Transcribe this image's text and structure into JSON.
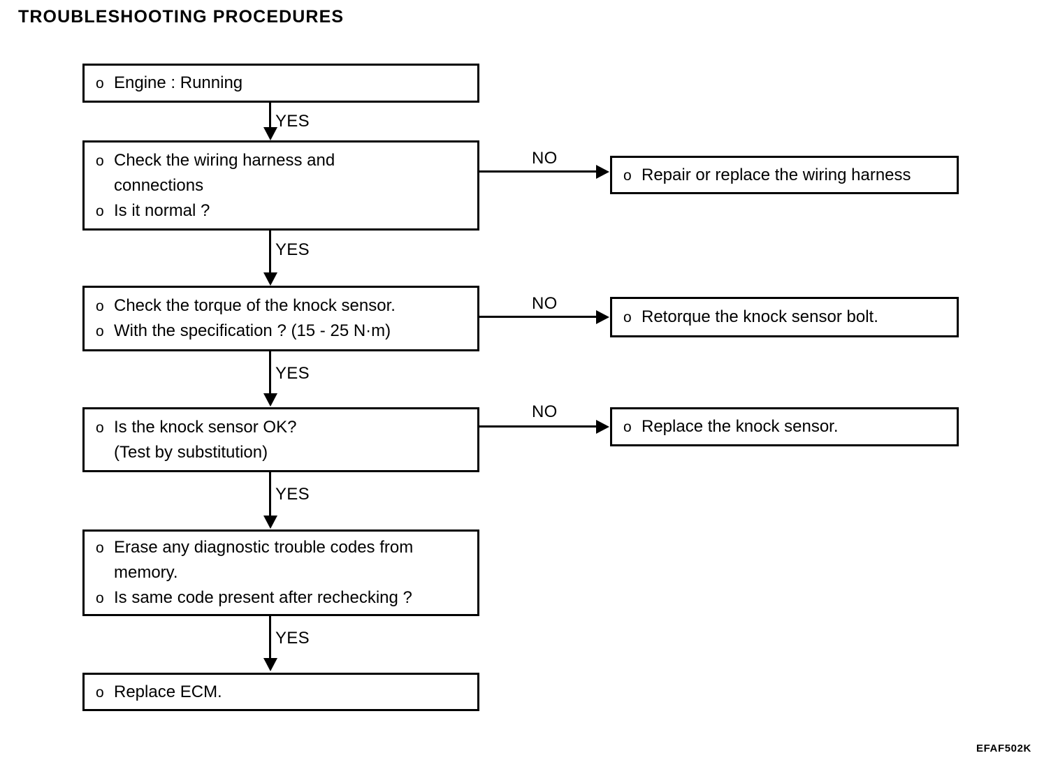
{
  "page": {
    "title": "TROUBLESHOOTING PROCEDURES",
    "footer_code": "EFAF502K",
    "bullet_glyph": "o",
    "ink_color": "#000000",
    "background_color": "#ffffff"
  },
  "flowchart": {
    "type": "flowchart",
    "orientation": "top-to-bottom",
    "main_nodes": [
      {
        "id": "engine-running",
        "lines": [
          {
            "bullet": true,
            "text": "Engine : Running"
          }
        ]
      },
      {
        "id": "check-wiring-harness",
        "lines": [
          {
            "bullet": true,
            "text": "Check the wiring harness and"
          },
          {
            "bullet": false,
            "text": "connections"
          },
          {
            "bullet": true,
            "text": "Is it normal ?"
          }
        ]
      },
      {
        "id": "check-knock-sensor-torque",
        "lines": [
          {
            "bullet": true,
            "text": "Check the torque of the knock sensor."
          },
          {
            "bullet": true,
            "text": "With the specification ? (15 - 25 N·m)"
          }
        ]
      },
      {
        "id": "knock-sensor-ok",
        "lines": [
          {
            "bullet": true,
            "text": "Is the knock sensor OK?"
          },
          {
            "bullet": false,
            "text": "(Test by substitution)"
          }
        ]
      },
      {
        "id": "erase-trouble-codes",
        "lines": [
          {
            "bullet": true,
            "text": "Erase any diagnostic trouble codes from"
          },
          {
            "bullet": false,
            "text": "memory."
          },
          {
            "bullet": true,
            "text": "Is same code present after rechecking ?"
          }
        ]
      },
      {
        "id": "replace-ecm",
        "lines": [
          {
            "bullet": true,
            "text": "Replace ECM."
          }
        ]
      }
    ],
    "branch_nodes": [
      {
        "id": "repair-wiring-harness",
        "lines": [
          {
            "bullet": true,
            "text": "Repair or replace the wiring harness"
          }
        ]
      },
      {
        "id": "retorque-knock-sensor-bolt",
        "lines": [
          {
            "bullet": true,
            "text": "Retorque the knock sensor bolt."
          }
        ]
      },
      {
        "id": "replace-knock-sensor",
        "lines": [
          {
            "bullet": true,
            "text": "Replace the knock sensor."
          }
        ]
      }
    ],
    "yes_labels": [
      "YES",
      "YES",
      "YES",
      "YES",
      "YES"
    ],
    "no_labels": [
      "NO",
      "NO",
      "NO"
    ]
  }
}
